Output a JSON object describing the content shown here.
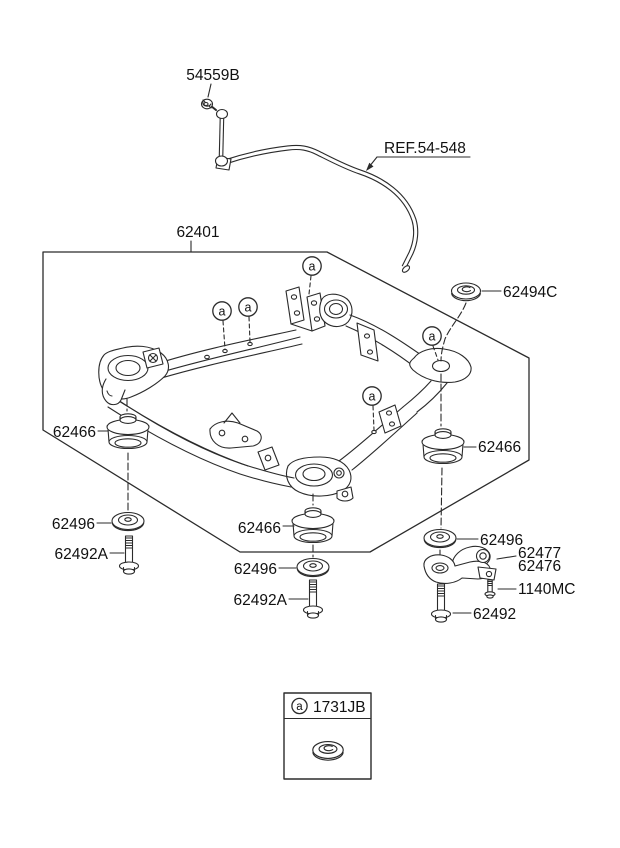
{
  "diagram": {
    "labels": {
      "stabilizer_link_nut": "54559B",
      "stabilizer_bar_ref": "REF.54-548",
      "crossmember": "62401",
      "grommet": "62494C",
      "bushing": "62466",
      "plate_washer": "62496",
      "bolt_long": "62492A",
      "stay_upper": "62477",
      "stay_lower": "62476",
      "stay_bolt": "1140MC",
      "bolt_plain": "62492"
    },
    "marker": {
      "letter": "a"
    },
    "legend": {
      "marker_letter": "a",
      "part_number": "1731JB"
    }
  }
}
